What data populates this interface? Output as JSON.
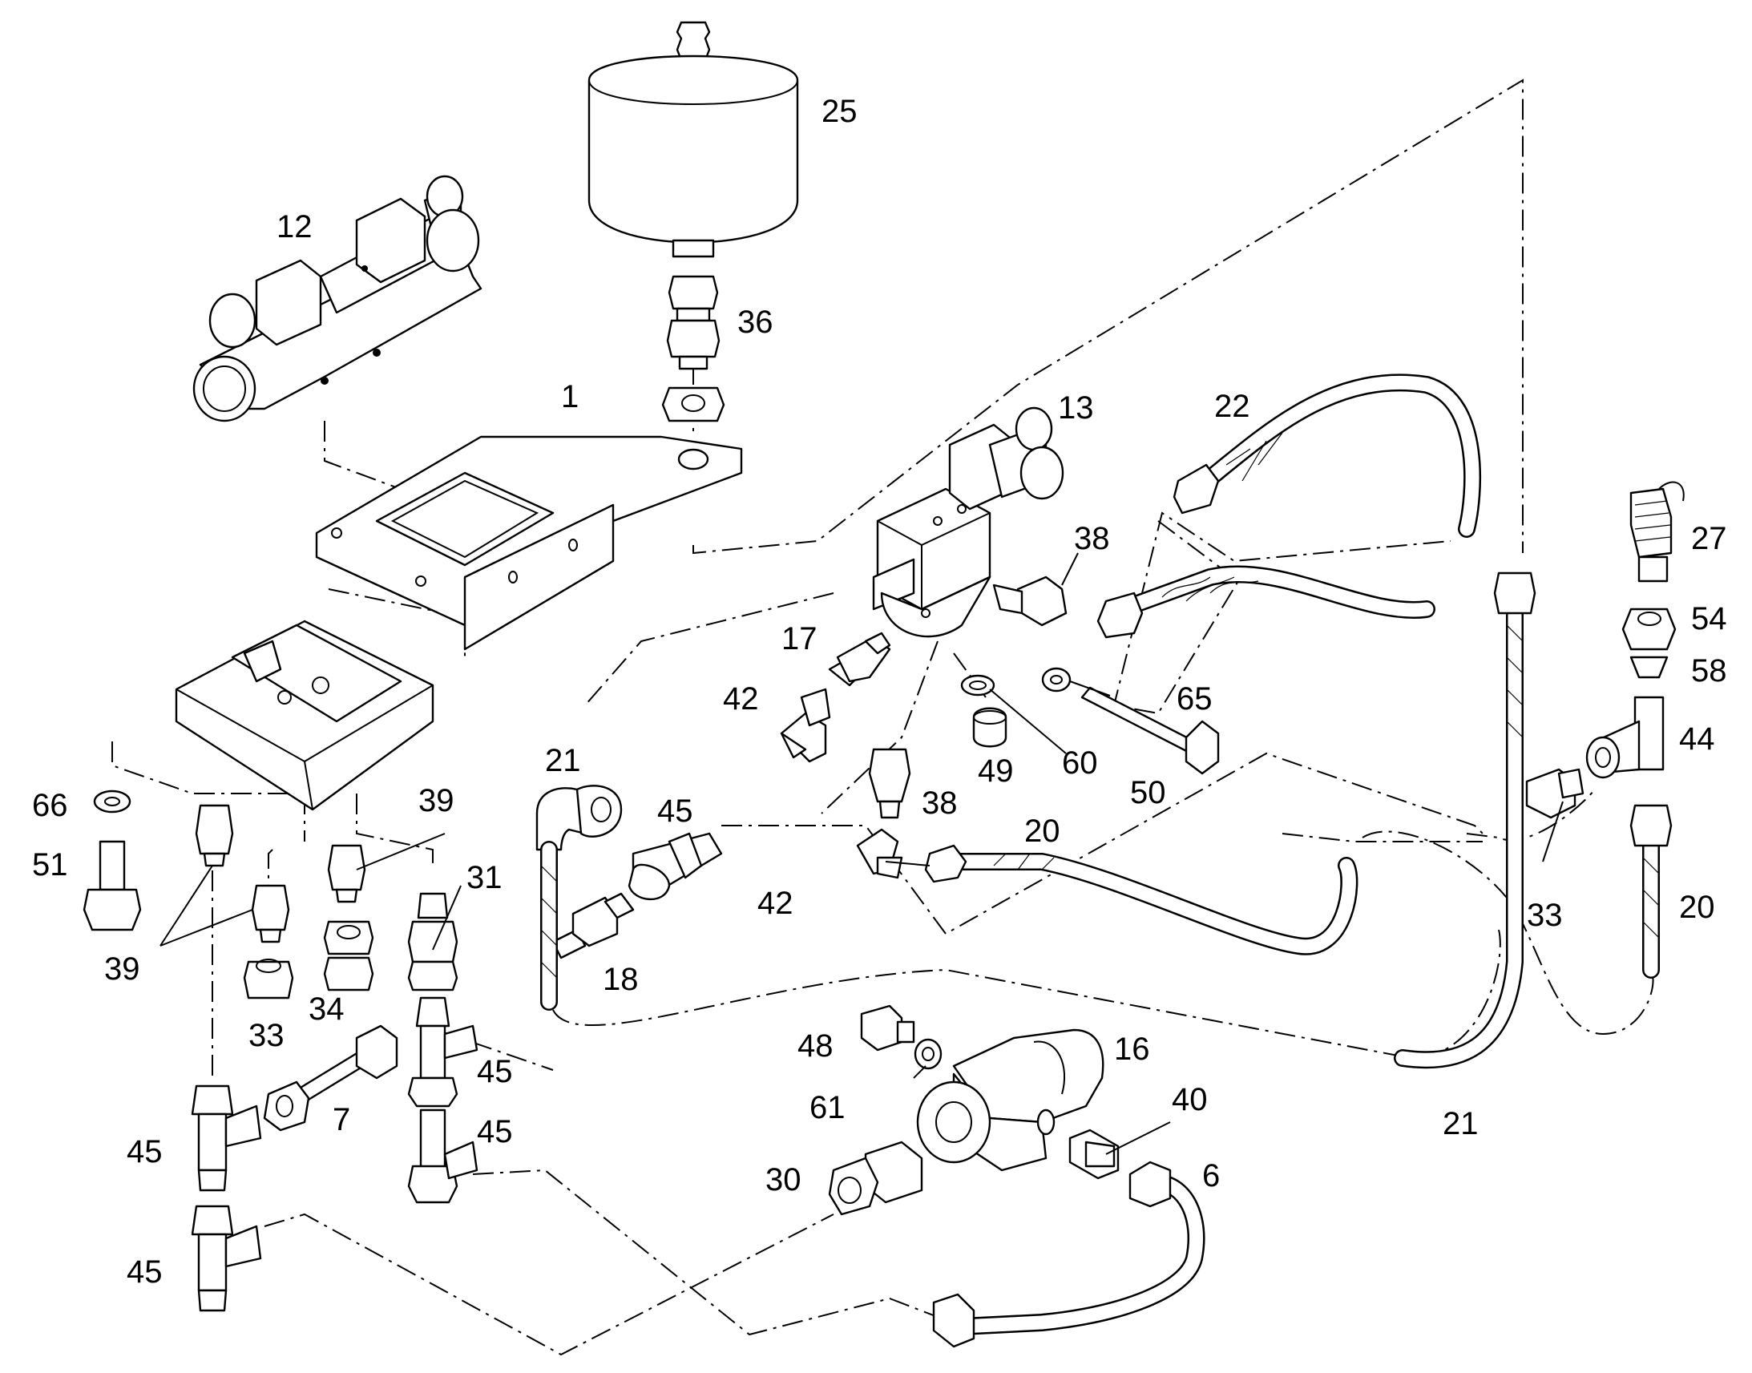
{
  "callouts": [
    {
      "id": "c1",
      "text": "1"
    },
    {
      "id": "c6",
      "text": "6"
    },
    {
      "id": "c7",
      "text": "7"
    },
    {
      "id": "c12",
      "text": "12"
    },
    {
      "id": "c13",
      "text": "13"
    },
    {
      "id": "c16",
      "text": "16"
    },
    {
      "id": "c17",
      "text": "17"
    },
    {
      "id": "c18",
      "text": "18"
    },
    {
      "id": "c20a",
      "text": "20"
    },
    {
      "id": "c20b",
      "text": "20"
    },
    {
      "id": "c21a",
      "text": "21"
    },
    {
      "id": "c21b",
      "text": "21"
    },
    {
      "id": "c22",
      "text": "22"
    },
    {
      "id": "c25",
      "text": "25"
    },
    {
      "id": "c27",
      "text": "27"
    },
    {
      "id": "c30",
      "text": "30"
    },
    {
      "id": "c31",
      "text": "31"
    },
    {
      "id": "c33a",
      "text": "33"
    },
    {
      "id": "c33b",
      "text": "33"
    },
    {
      "id": "c34",
      "text": "34"
    },
    {
      "id": "c36",
      "text": "36"
    },
    {
      "id": "c38a",
      "text": "38"
    },
    {
      "id": "c38b",
      "text": "38"
    },
    {
      "id": "c39a",
      "text": "39"
    },
    {
      "id": "c39b",
      "text": "39"
    },
    {
      "id": "c40",
      "text": "40"
    },
    {
      "id": "c42a",
      "text": "42"
    },
    {
      "id": "c42b",
      "text": "42"
    },
    {
      "id": "c44",
      "text": "44"
    },
    {
      "id": "c45a",
      "text": "45"
    },
    {
      "id": "c45b",
      "text": "45"
    },
    {
      "id": "c45c",
      "text": "45"
    },
    {
      "id": "c45d",
      "text": "45"
    },
    {
      "id": "c45e",
      "text": "45"
    },
    {
      "id": "c48",
      "text": "48"
    },
    {
      "id": "c49",
      "text": "49"
    },
    {
      "id": "c50",
      "text": "50"
    },
    {
      "id": "c51",
      "text": "51"
    },
    {
      "id": "c54",
      "text": "54"
    },
    {
      "id": "c58",
      "text": "58"
    },
    {
      "id": "c60",
      "text": "60"
    },
    {
      "id": "c61",
      "text": "61"
    },
    {
      "id": "c65",
      "text": "65"
    },
    {
      "id": "c66",
      "text": "66"
    }
  ]
}
